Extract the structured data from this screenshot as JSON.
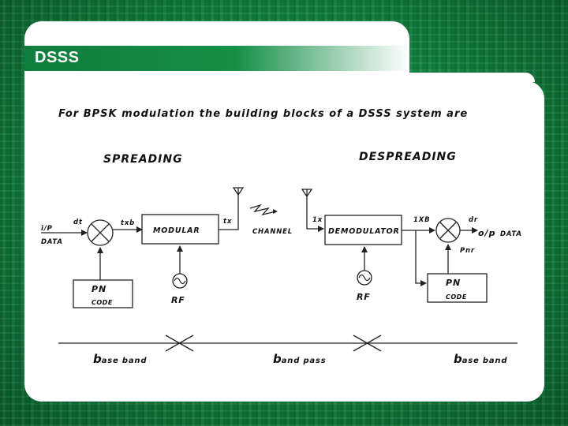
{
  "slide": {
    "title": "DSSS",
    "intro": "For BPSK modulation the building blocks of a DSSS system are"
  },
  "spreading": {
    "heading": "SPREADING",
    "input_line1": "i/P",
    "input_line2": "DATA",
    "signal_dt": "dt",
    "signal_txb": "txb",
    "modulator_label": "MODULAR",
    "signal_tx": "tx",
    "pn_label": "PN",
    "pn_code": "CODE",
    "rf_label": "RF"
  },
  "channel": {
    "label": "CHANNEL"
  },
  "despreading": {
    "heading": "DESPREADING",
    "signal_rx": "1x",
    "demodulator_label": "DEMODULATOR",
    "signal_rxb": "1XB",
    "signal_dr": "dr",
    "output_prefix": "o/p",
    "output_suffix": "DATA",
    "signal_pnr": "Pnr",
    "pn_label": "PN",
    "pn_code": "CODE",
    "rf_label": "RF"
  },
  "bands": {
    "left_initial": "b",
    "left_rest": "ase band",
    "middle_initial": "b",
    "middle_rest": "and pass",
    "right_initial": "b",
    "right_rest": "ase band"
  },
  "colors": {
    "background_green": "#138a44",
    "card": "#ffffff",
    "ink": "#111111"
  },
  "icons": [
    "multiplier-icon",
    "antenna-icon",
    "sine-source-icon",
    "lightning-icon",
    "arrow-icon"
  ]
}
